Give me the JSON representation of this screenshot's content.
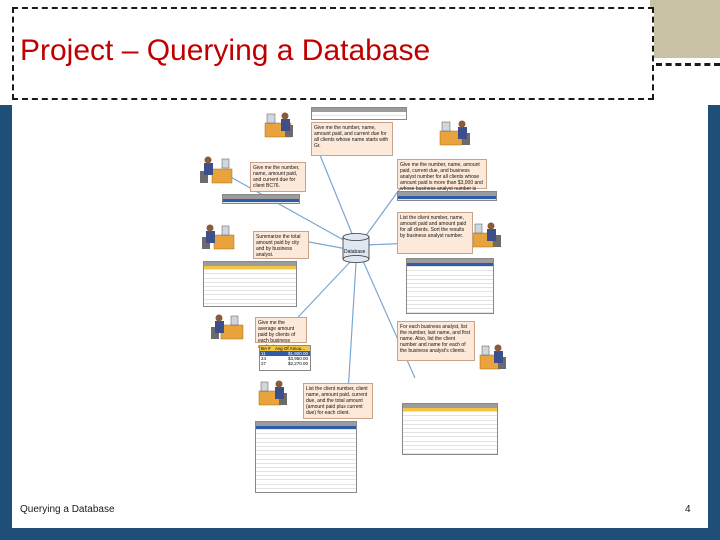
{
  "slide": {
    "title": "Project – Querying a Database",
    "footer": "Querying a Database",
    "page_number": "4"
  },
  "figure": {
    "center_label": "Database",
    "requests": [
      "Give me the number, name, amount paid, and current due for all clients whose name starts with Gr.",
      "Give me the number, name, amount paid, and current due for client BC76.",
      "Give me the number, name, amount paid, current due, and business analyst number for all clients whose amount paid is more than $3,000 and whose business analyst number is 11.",
      "List the client number, name, amount paid and amount paid for all clients. Sort the results by business analyst number.",
      "Summarize the total amount paid by city and by business analyst.",
      "Give me the average amount paid by clients of each business analyst.",
      "For each business analyst, list the number, last name, and first name. Also, list the client number and name for each of the business analyst's clients.",
      "List the client number, client name, amount paid, current due, and the total amount (amount paid plus current due) for each client."
    ],
    "average_table": {
      "header": [
        "BA #",
        "Avg Of Amou..."
      ],
      "rows": [
        [
          "11",
          "$1,900.00"
        ],
        [
          "24",
          "$3,950.00"
        ],
        [
          "27",
          "$2,270.00"
        ]
      ]
    }
  },
  "colors": {
    "frame": "#1f4e79",
    "title": "#c00000",
    "accent_tan": "#c9c1a4",
    "arrow": "#7ba7d1",
    "bubble": "#fde9d9"
  }
}
